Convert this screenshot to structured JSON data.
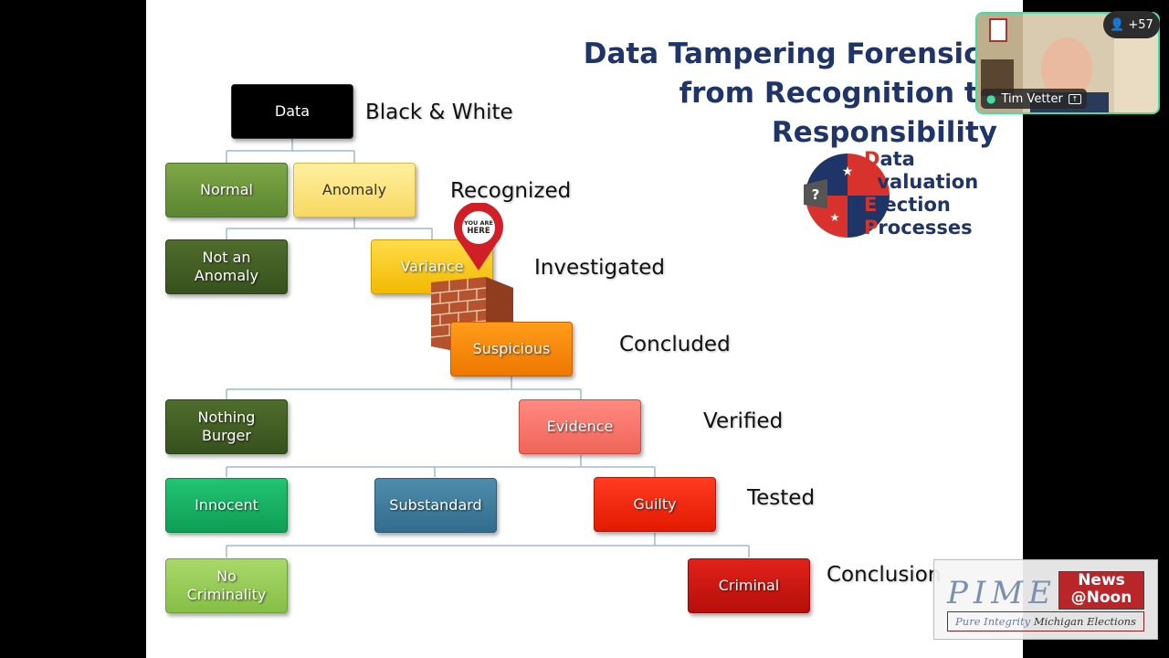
{
  "slide": {
    "title_line1": "Data Tampering Forensics",
    "title_line2": "from Recognition to",
    "title_line3": "Responsibility",
    "logo": {
      "first_letters": [
        "D",
        "E",
        "E",
        "P"
      ],
      "rest_letters": [
        "ata",
        "valuation",
        "lection",
        "rocesses"
      ],
      "accent": "#d8322c",
      "primary": "#1f3567"
    },
    "boxes": {
      "data": "Data",
      "normal": "Normal",
      "anomaly": "Anomaly",
      "not_anomaly_l1": "Not an",
      "not_anomaly_l2": "Anomaly",
      "variance": "Variance",
      "suspicious": "Suspicious",
      "nothing_l1": "Nothing",
      "nothing_l2": "Burger",
      "evidence": "Evidence",
      "innocent": "Innocent",
      "substandard": "Substandard",
      "guilty": "Guilty",
      "no_crim_l1": "No",
      "no_crim_l2": "Criminality",
      "criminal": "Criminal"
    },
    "stages": {
      "s1": "Black & White",
      "s2": "Recognized",
      "s3": "Investigated",
      "s4": "Concluded",
      "s5": "Verified",
      "s6": "Tested",
      "s7": "Conclusion"
    },
    "pin": {
      "line1": "YOU ARE",
      "line2": "HERE"
    }
  },
  "video": {
    "participant_name": "Tim Vetter",
    "participant_count": "+57",
    "active_border_color": "#3ee0a8"
  },
  "watermark": {
    "pime": "PIME",
    "news1": "News",
    "news2": "@Noon",
    "tagline_a": "Pure Integrity",
    "tagline_b": "Michigan Elections"
  }
}
